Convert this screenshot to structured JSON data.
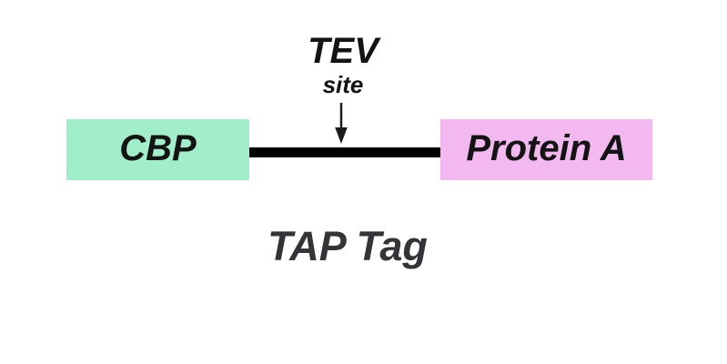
{
  "diagram": {
    "title": "TAP Tag",
    "annotation": {
      "enzyme": "TEV",
      "site_word": "site"
    },
    "boxes": [
      {
        "label": "CBP",
        "fill": "#a2edca"
      },
      {
        "label": "Protein A",
        "fill": "#f3b8ef"
      }
    ],
    "icons": {
      "down_arrow": "down-arrow-icon"
    },
    "colors": {
      "background": "#ffffff",
      "connector": "#000000",
      "arrow": "#1a1a1a",
      "box_label": "#141414",
      "title": "#343438"
    }
  }
}
